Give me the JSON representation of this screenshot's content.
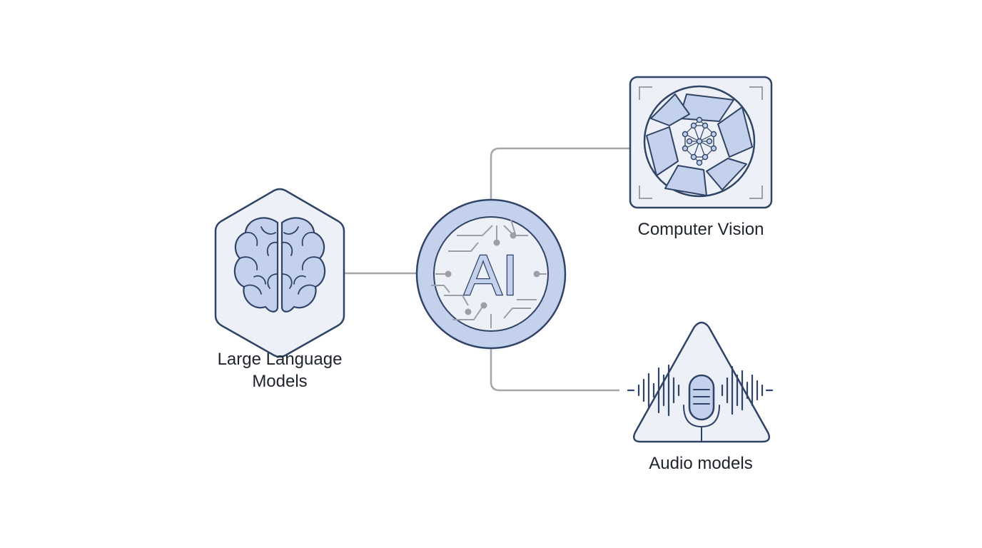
{
  "center": {
    "text": "AI",
    "icon": "ai-circuit-icon"
  },
  "nodes": [
    {
      "key": "llm",
      "label_lines": [
        "Large Language",
        "Models"
      ],
      "icon": "brain-icon",
      "shape": "hexagon"
    },
    {
      "key": "cv",
      "label": "Computer Vision",
      "icon": "camera-aperture-icon",
      "shape": "rounded-square"
    },
    {
      "key": "audio",
      "label": "Audio models",
      "icon": "microphone-icon",
      "shape": "triangle"
    }
  ],
  "colors": {
    "stroke": "#2f4466",
    "fill": "#c3d1ec",
    "fill_light": "#edf0f6",
    "connector": "#a3a6ab",
    "circuit": "#9aa0a8",
    "text": "#1f242b"
  }
}
